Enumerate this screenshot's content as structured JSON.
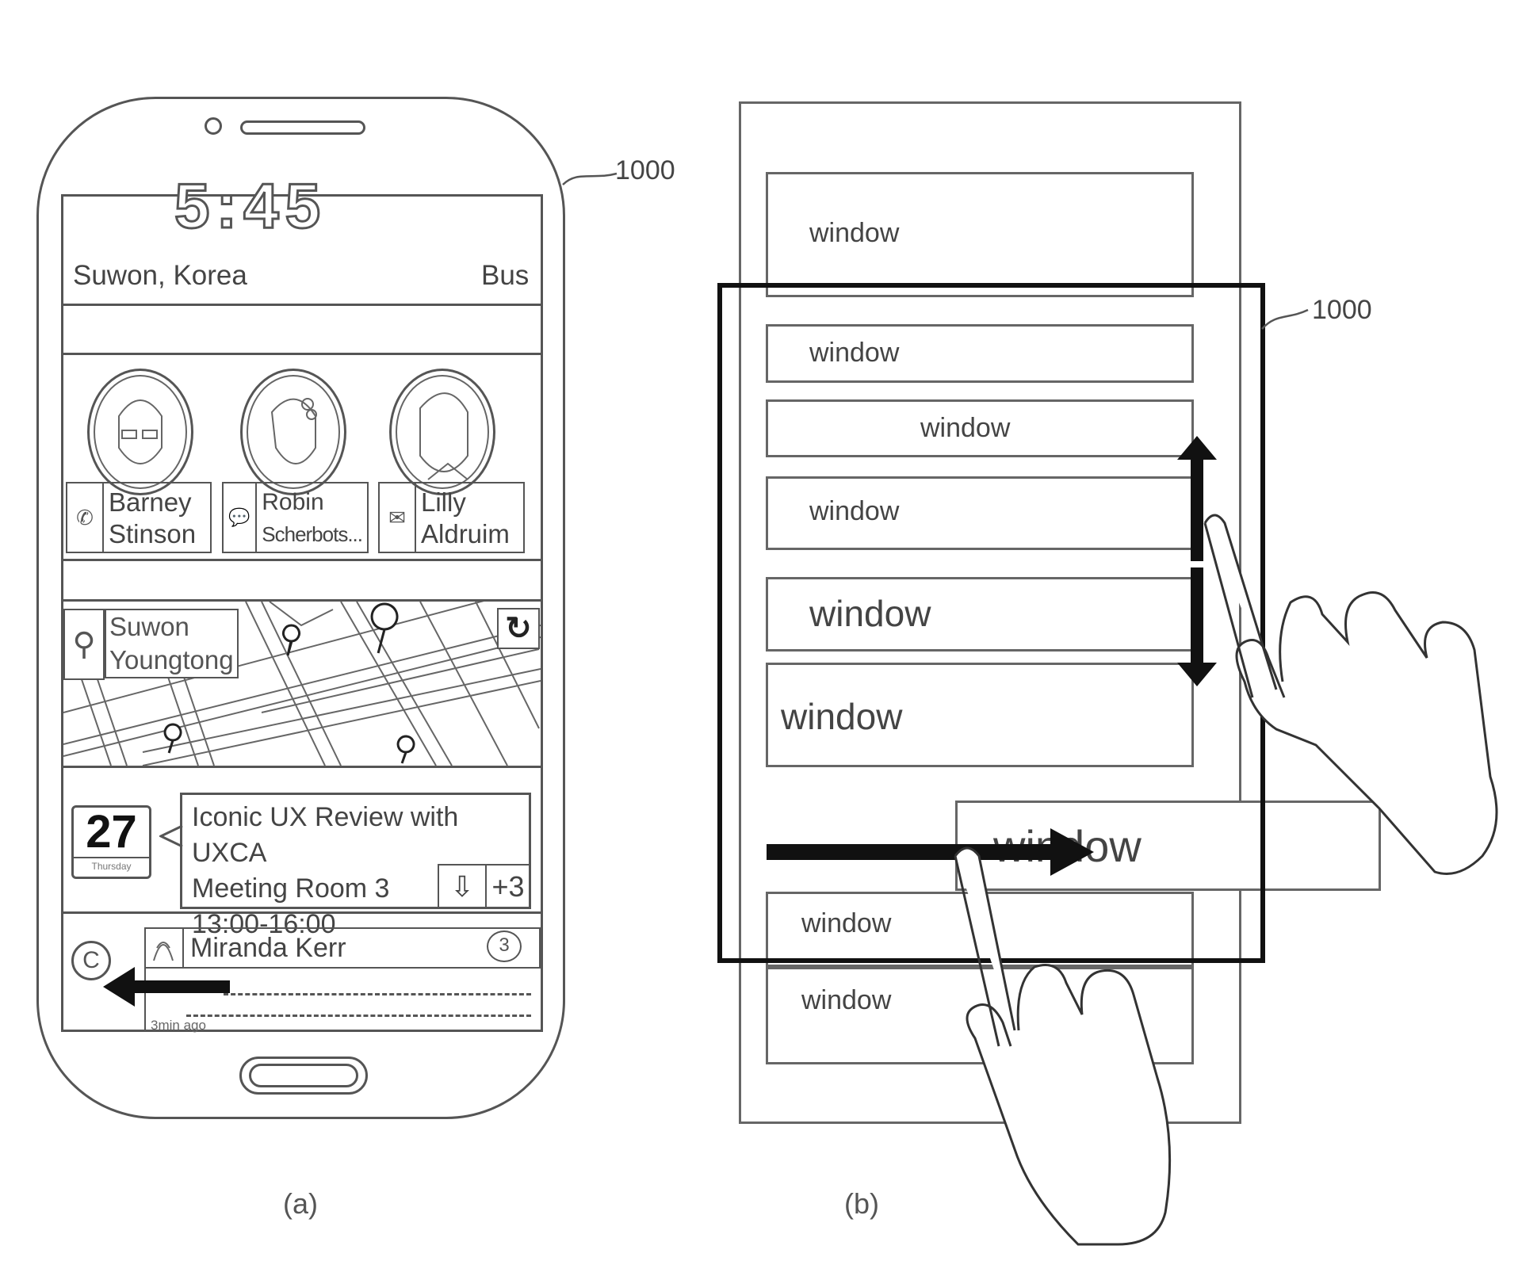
{
  "figure": {
    "caption_a": "(a)",
    "caption_b": "(b)",
    "ref_a": "1000",
    "ref_b": "1000"
  },
  "phone": {
    "clock": "5:45",
    "location": "Suwon, Korea",
    "transport": "Bus",
    "contacts": [
      {
        "first": "Barney",
        "last": "Stinson",
        "icon": "phone-icon",
        "glyph": "✆"
      },
      {
        "first": "Robin",
        "last": "Scherbots...",
        "icon": "speech-bubble-icon",
        "glyph": "💬"
      },
      {
        "first": "Lilly",
        "last": "Aldruim",
        "icon": "envelope-icon",
        "glyph": "✉"
      }
    ],
    "map": {
      "place_line1": "Suwon",
      "place_line2": "Youngtong",
      "pin_glyph": "⚲",
      "refresh_glyph": "↻"
    },
    "calendar": {
      "day_number": "27",
      "weekday": "Thursday",
      "title": "Iconic UX Review with UXCA",
      "location": "Meeting Room 3",
      "time": "13:00-16:00",
      "down_glyph": "⇩",
      "more_count": "+3"
    },
    "message": {
      "app_glyph": "C",
      "sender": "Miranda Kerr",
      "unread_count": "3",
      "time_ago": "3min ago"
    }
  },
  "panel_b": {
    "windows": [
      {
        "label": "window"
      },
      {
        "label": "window"
      },
      {
        "label": "window"
      },
      {
        "label": "window"
      },
      {
        "label": "window"
      },
      {
        "label": "window"
      },
      {
        "label": "window"
      },
      {
        "label": "window"
      },
      {
        "label": "window"
      }
    ]
  }
}
